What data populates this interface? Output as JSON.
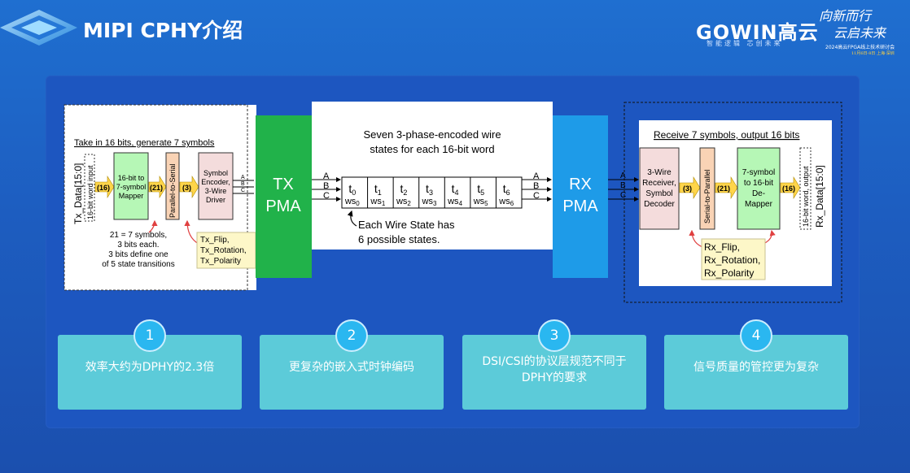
{
  "header": {
    "title": "MIPI CPHY介绍",
    "logo": "GOWIN高云",
    "logo_sub": "智能逻辑 芯创未来",
    "slogan_line1": "向新而行",
    "slogan_line2": "云启未来",
    "slogan_line3": "2024高云FPGA线上技术研讨会",
    "slogan_line4": "11月6日-8日 上海·深圳"
  },
  "tx": {
    "heading": "Take in 16 bits, generate 7 symbols",
    "data_label": "Tx_Data[15:0]",
    "input_label": "16-bit word input",
    "mapper": [
      "16-bit to",
      "7-symbol",
      "Mapper"
    ],
    "p2s": "Parallel-to-Serial",
    "encoder": [
      "Symbol",
      "Encoder,",
      "3-Wire",
      "Driver"
    ],
    "bus16": "(16)",
    "bus21": "(21)",
    "bus3": "(3)",
    "note": [
      "21 = 7 symbols,",
      "3 bits each.",
      "3 bits define one",
      "of 5 state transitions"
    ],
    "controls": [
      "Tx_Flip,",
      "Tx_Rotation,",
      "Tx_Polarity"
    ]
  },
  "tx_pma": [
    "TX",
    "PMA"
  ],
  "rx_pma": [
    "RX",
    "PMA"
  ],
  "wires": [
    "A",
    "B",
    "C"
  ],
  "center": {
    "caption": [
      "Seven 3-phase-encoded wire",
      "states for each 16-bit word"
    ],
    "note": [
      "Each Wire State has",
      "6 possible states."
    ],
    "states": [
      {
        "t": "t",
        "ws": "ws",
        "i": "0"
      },
      {
        "t": "t",
        "ws": "ws",
        "i": "1"
      },
      {
        "t": "t",
        "ws": "ws",
        "i": "2"
      },
      {
        "t": "t",
        "ws": "ws",
        "i": "3"
      },
      {
        "t": "t",
        "ws": "ws",
        "i": "4"
      },
      {
        "t": "t",
        "ws": "ws",
        "i": "5"
      },
      {
        "t": "t",
        "ws": "ws",
        "i": "6"
      }
    ]
  },
  "rx": {
    "heading": "Receive 7 symbols, output 16 bits",
    "receiver": [
      "3-Wire",
      "Receiver,",
      "Symbol",
      "Decoder"
    ],
    "s2p": "Serial-to-Parallel",
    "demapper": [
      "7-symbol",
      "to 16-bit",
      "De-",
      "Mapper"
    ],
    "bus3": "(3)",
    "bus21": "(21)",
    "bus16": "(16)",
    "output_label": "16-bit word, output",
    "data_label": "Rx_Data[15:0]",
    "controls": [
      "Rx_Flip,",
      "Rx_Rotation,",
      "Rx_Polarity"
    ]
  },
  "cards": [
    {
      "num": "1",
      "text": "效率大约为DPHY的2.3倍"
    },
    {
      "num": "2",
      "text": "更复杂的嵌入式时钟编码"
    },
    {
      "num": "3",
      "text": "DSI/CSI的协议层规范不同于DPHY的要求"
    },
    {
      "num": "4",
      "text": "信号质量的管控更为复杂"
    }
  ],
  "colors": {
    "card": "#5ccbd9",
    "badge": "#2ab7f0",
    "tx_pma": "#21b24a",
    "rx_pma": "#1e9be8",
    "mapper": "#b6f7b6",
    "p2s": "#f9d3b5",
    "encoder": "#f4dcdc",
    "controls": "#fdf7c8"
  }
}
